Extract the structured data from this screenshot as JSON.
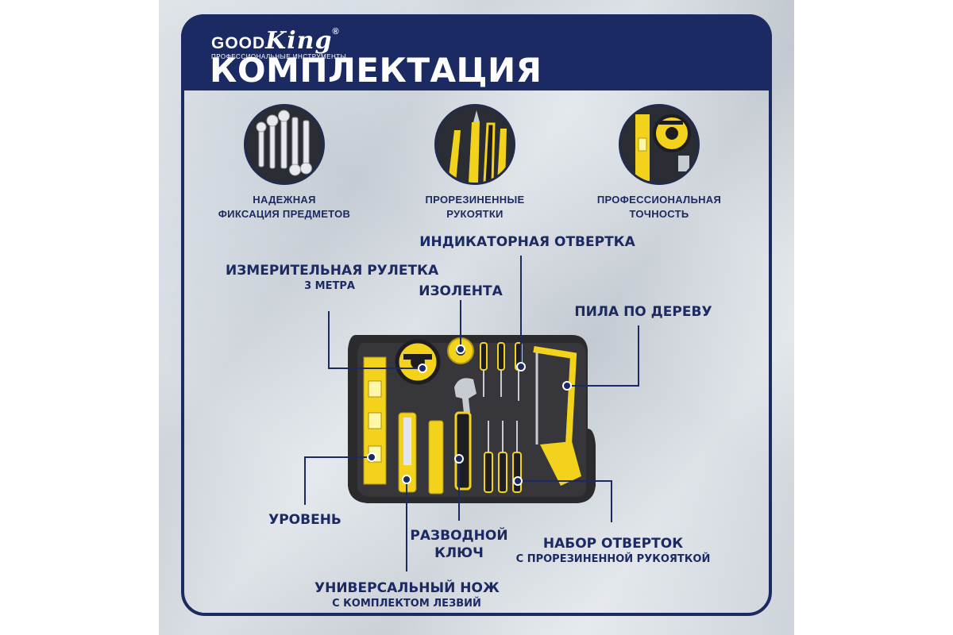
{
  "brand": {
    "name_part1": "GOOD",
    "name_part2": "King",
    "registered": "®",
    "tagline": "ПРОФЕССИОНАЛЬНЫЕ ИНСТРУМЕНТЫ"
  },
  "title": "КОМПЛЕКТАЦИЯ",
  "features": [
    {
      "icon": "wrenches-icon",
      "line1": "НАДЕЖНАЯ",
      "line2": "ФИКСАЦИЯ ПРЕДМЕТОВ"
    },
    {
      "icon": "pliers-handles-icon",
      "line1": "ПРОРЕЗИНЕННЫЕ",
      "line2": "РУКОЯТКИ"
    },
    {
      "icon": "tape-measure-level-icon",
      "line1": "ПРОФЕССИОНАЛЬНАЯ",
      "line2": "ТОЧНОСТЬ"
    }
  ],
  "callouts": {
    "tape_measure": {
      "main": "ИЗМЕРИТЕЛЬНАЯ РУЛЕТКА",
      "sub": "3 МЕТРА"
    },
    "insulating_tape": {
      "main": "ИЗОЛЕНТА"
    },
    "voltage_screwdriver": {
      "main": "ИНДИКАТОРНАЯ ОТВЕРТКА"
    },
    "wood_saw": {
      "main": "ПИЛА ПО ДЕРЕВУ"
    },
    "level": {
      "main": "УРОВЕНЬ"
    },
    "adjustable_wrench": {
      "line1": "РАЗВОДНОЙ",
      "line2": "КЛЮЧ"
    },
    "screwdriver_set": {
      "main": "НАБОР ОТВЕРТОК",
      "sub": "С ПРОРЕЗИНЕННОЙ РУКОЯТКОЙ"
    },
    "utility_knife": {
      "main": "УНИВЕРСАЛЬНЫЙ НОЖ",
      "sub": "С КОМПЛЕКТОМ ЛЕЗВИЙ"
    }
  },
  "colors": {
    "navy": "#1b2a63",
    "tool_yellow": "#f2d21a",
    "case_black": "#2b2b2e"
  }
}
